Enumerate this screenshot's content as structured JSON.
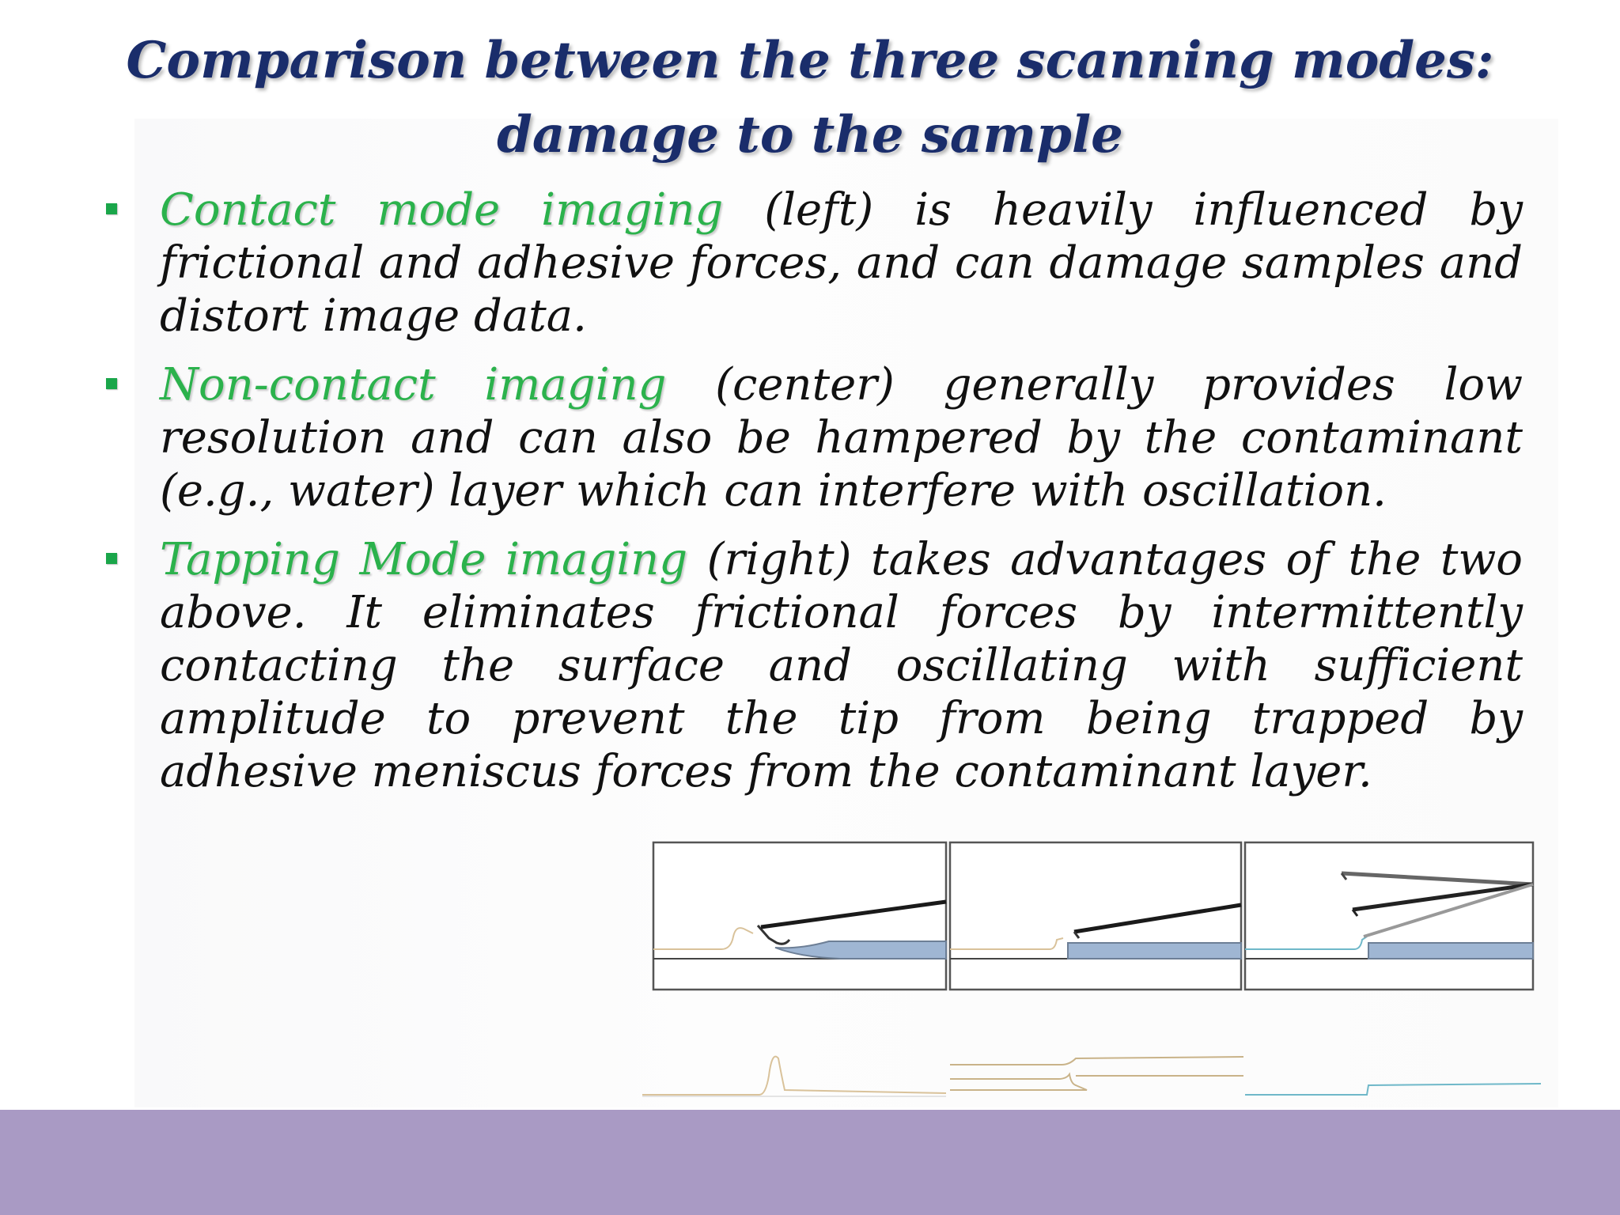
{
  "title": "Comparison between the three scanning modes: damage to the sample",
  "bullets": [
    {
      "term": "Contact mode imaging",
      "text": " (left) is heavily influenced by frictional and adhesive forces, and can damage samples and distort image data."
    },
    {
      "term": "Non-contact imaging",
      "text": " (center) generally provides low resolution and can also be hampered by the contaminant (e.g., water) layer which can interfere with oscillation."
    },
    {
      "term": "Tapping Mode imaging",
      "text": " (right) takes advantages of the two above. It eliminates frictional forces by intermittently contacting the surface and oscillating with sufficient amplitude to prevent the tip from being trapped by adhesive meniscus forces from the contaminant layer."
    }
  ],
  "colors": {
    "title": "#1a2d6b",
    "term": "#2bb24c",
    "bullet_marker": "#1aa64a",
    "footer_band": "#a99ac4",
    "sample_fill": "#9fb6d3",
    "contaminant_line": "#d9c29a",
    "tapping_line": "#6fb8c9"
  }
}
